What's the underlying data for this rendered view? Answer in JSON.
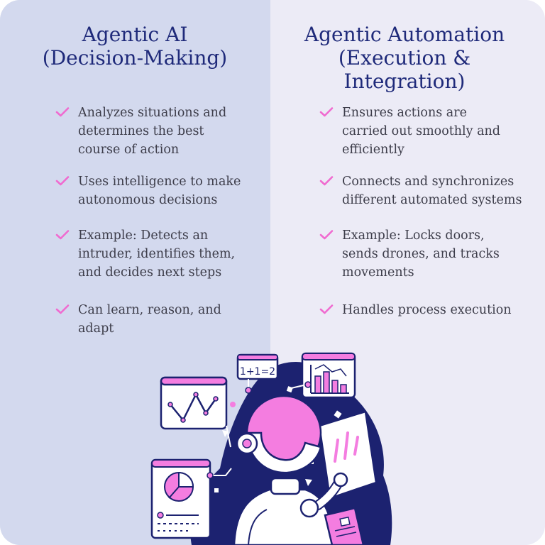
{
  "left": {
    "title_line1": "Agentic AI",
    "title_line2": "(Decision-Making)",
    "items": [
      {
        "text": "Analyzes situations and\ndetermines the best\ncourse of action"
      },
      {
        "text": "Uses intelligence to make\nautonomous decisions"
      },
      {
        "text": "Example: Detects an\nintruder, identifies them,\nand decides next steps"
      },
      {
        "text": "Can learn, reason, and\nadapt"
      }
    ]
  },
  "right": {
    "title_line1": "Agentic Automation",
    "title_line2": "(Execution & Integration)",
    "items": [
      {
        "text": "Ensures actions are\ncarried out smoothly and\nefficiently"
      },
      {
        "text": "Connects and synchronizes\ndifferent automated systems"
      },
      {
        "text": "Example: Locks doors,\nsends drones, and tracks\nmovements"
      },
      {
        "text": "Handles process execution"
      }
    ]
  },
  "illustration": {
    "equation": "1+1=2"
  },
  "colors": {
    "left_bg": "#d3d9ee",
    "right_bg": "#ecebf6",
    "title": "#1f2a7a",
    "check": "#f06bd0",
    "navy": "#1c2270",
    "pink": "#f47de0"
  }
}
